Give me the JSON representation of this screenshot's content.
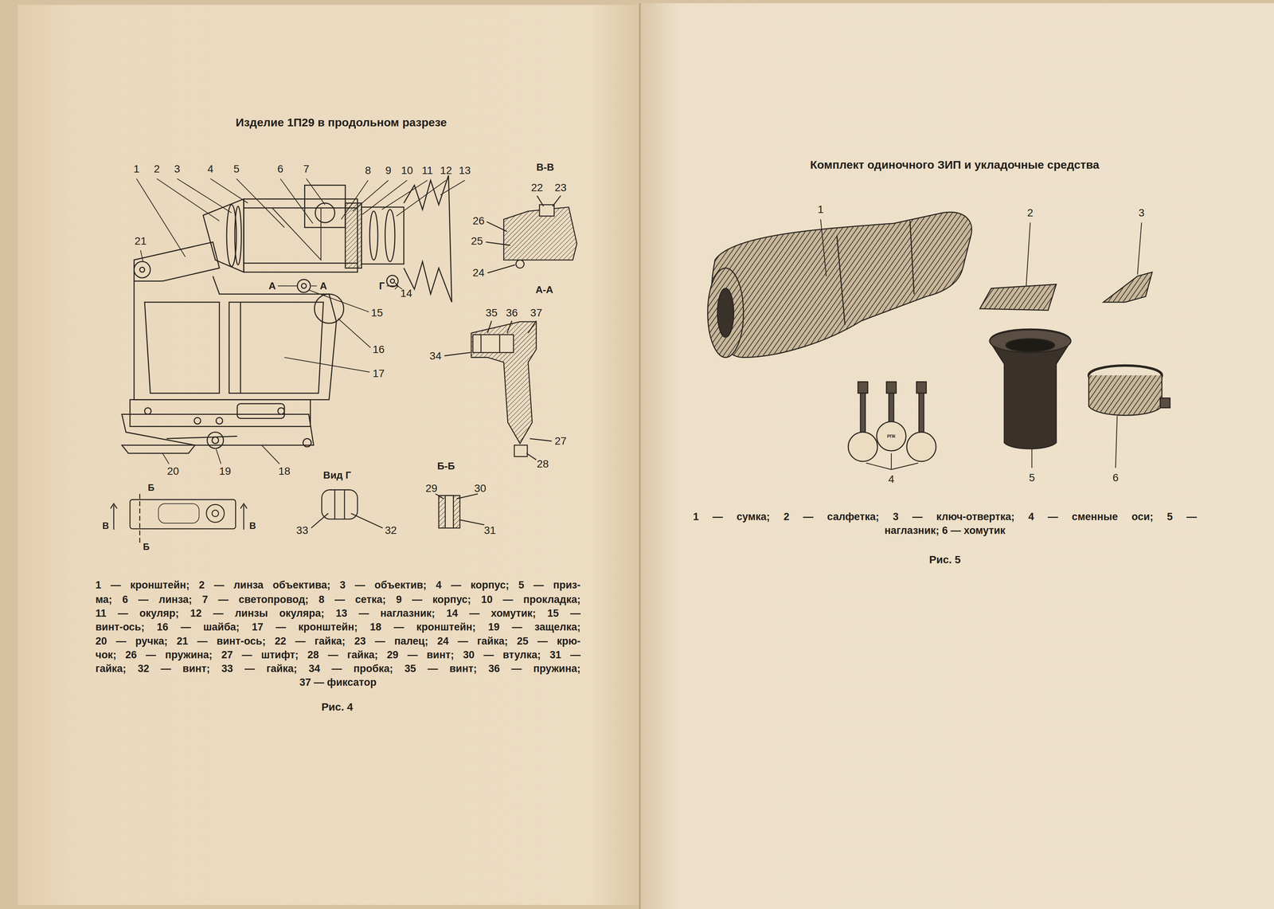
{
  "diagram": {
    "title": "Изделие 1П29 в продольном разрезе",
    "labels": [
      "1",
      "2",
      "3",
      "4",
      "5",
      "6",
      "7",
      "8",
      "9",
      "10",
      "11",
      "12",
      "13",
      "21",
      "А",
      "А",
      "Г",
      "14",
      "15",
      "16",
      "17",
      "18",
      "19",
      "20",
      "В-В",
      "22",
      "23",
      "26",
      "25",
      "24",
      "А-А",
      "35",
      "36",
      "37",
      "34",
      "27",
      "28",
      "Б",
      "В",
      "В",
      "Б",
      "Вид Г",
      "33",
      "32",
      "Б-Б",
      "29",
      "30",
      "31",
      "1 — кронштейн; 2 — линза объектива; 3 — объектив; 4 — корпус; 5 — приз-",
      "ма; 6 — линза; 7 — светопровод; 8 — сетка; 9 — корпус; 10 — прокладка;",
      "11 — окуляр; 12 — линзы окуляра; 13 — наглазник; 14 — хомутик; 15 —",
      "винт-ось; 16 — шайба; 17 — кронштейн; 18 — кронштейн; 19 — защелка;",
      "20 — ручка; 21 — винт-ось; 22 — гайка; 23 — палец; 24 — гайка; 25 — крю-",
      "чок; 26 — пружина; 27 — штифт; 28 — гайка; 29 — винт; 30 — втулка; 31 —",
      "гайка; 32 — винт; 33 — гайка; 34 — пробка; 35 — винт; 36 — пружина;",
      "37 — фиксатор",
      "Рис. 4",
      "Комплект одиночного ЗИП и укладочные средства",
      "1",
      "2",
      "3",
      "4",
      "5",
      "6",
      "РПК",
      "1 — сумка; 2 — салфетка; 3 — ключ-отвертка; 4 — сменные оси; 5 —",
      "наглазник; 6 — хомутик",
      "Рис. 5"
    ]
  }
}
